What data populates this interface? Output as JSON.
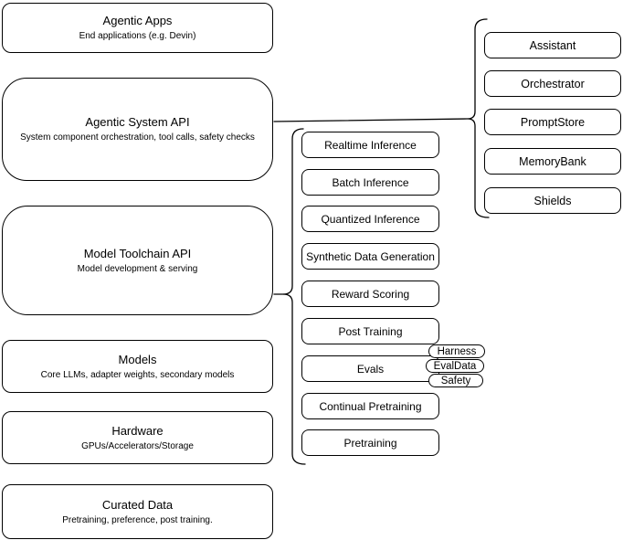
{
  "diagram": {
    "left_stack": [
      {
        "title": "Agentic Apps",
        "subtitle": "End applications (e.g. Devin)"
      },
      {
        "title": "Agentic System API",
        "subtitle": "System component orchestration, tool calls, safety checks"
      },
      {
        "title": "Model Toolchain API",
        "subtitle": "Model development & serving"
      },
      {
        "title": "Models",
        "subtitle": "Core LLMs, adapter weights, secondary models"
      },
      {
        "title": "Hardware",
        "subtitle": "GPUs/Accelerators/Storage"
      },
      {
        "title": "Curated Data",
        "subtitle": "Pretraining, preference, post training."
      }
    ],
    "toolchain_items": [
      "Realtime Inference",
      "Batch Inference",
      "Quantized Inference",
      "Synthetic Data Generation",
      "Reward Scoring",
      "Post Training",
      "Evals",
      "Continual Pretraining",
      "Pretraining"
    ],
    "eval_tags": [
      "Harness",
      "EvalData",
      "Safety"
    ],
    "system_components": [
      "Assistant",
      "Orchestrator",
      "PromptStore",
      "MemoryBank",
      "Shields"
    ],
    "colors": {
      "stroke": "#000000",
      "fill": "#ffffff",
      "background": "#ffffff",
      "text": "#000000"
    }
  }
}
